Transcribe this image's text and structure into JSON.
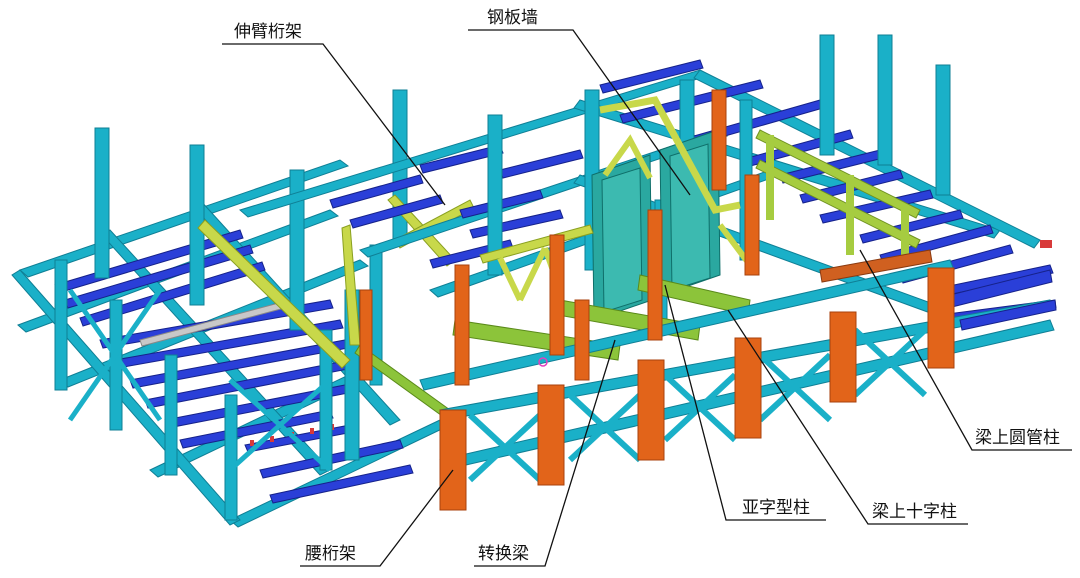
{
  "labels": {
    "outrigger_truss": "伸臂桁架",
    "steel_plate_wall": "钢板墙",
    "round_tube_column": "梁上圆管柱",
    "cross_column_on_beam": "梁上十字柱",
    "cruciform_column": "亚字型柱",
    "transfer_beam": "转换梁",
    "belt_truss": "腰桁架"
  },
  "colors": {
    "cyan_member": "#1ab0c8",
    "cyan_dark": "#0f7f95",
    "blue_beam": "#2a3fd8",
    "blue_dark": "#16228a",
    "orange_column": "#e2641a",
    "orange_dark": "#a8420c",
    "yellow_green_truss": "#c8d84a",
    "green_beam": "#8cc43a",
    "leader_line": "#111111"
  }
}
